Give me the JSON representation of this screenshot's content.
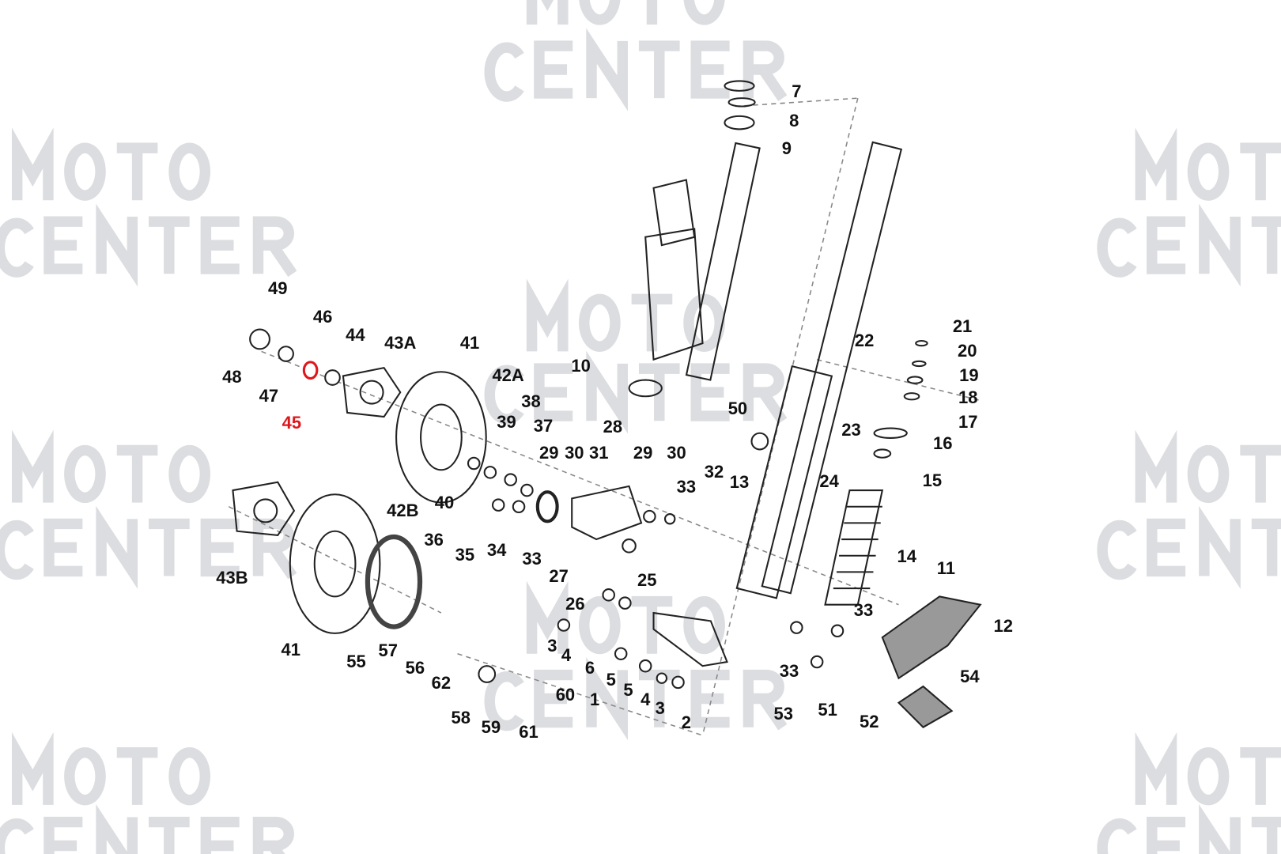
{
  "watermark": {
    "line1": "MOTO",
    "line2": "CENTER",
    "color": "#dcdde0"
  },
  "highlight_color": "#e0161b",
  "highlighted_part": "45",
  "labels": [
    "49",
    "46",
    "44",
    "43A",
    "41",
    "42A",
    "48",
    "47",
    "45",
    "38",
    "39",
    "37",
    "28",
    "29",
    "30",
    "31",
    "29",
    "30",
    "10",
    "22",
    "50",
    "21",
    "20",
    "19",
    "18",
    "17",
    "16",
    "23",
    "15",
    "24",
    "32",
    "13",
    "33",
    "40",
    "42B",
    "36",
    "35",
    "34",
    "33",
    "14",
    "11",
    "43B",
    "27",
    "25",
    "26",
    "33",
    "12",
    "3",
    "4",
    "41",
    "55",
    "57",
    "56",
    "6",
    "5",
    "5",
    "4",
    "3",
    "1",
    "33",
    "54",
    "62",
    "60",
    "58",
    "59",
    "61",
    "2",
    "53",
    "51",
    "52",
    "7",
    "8",
    "9"
  ]
}
